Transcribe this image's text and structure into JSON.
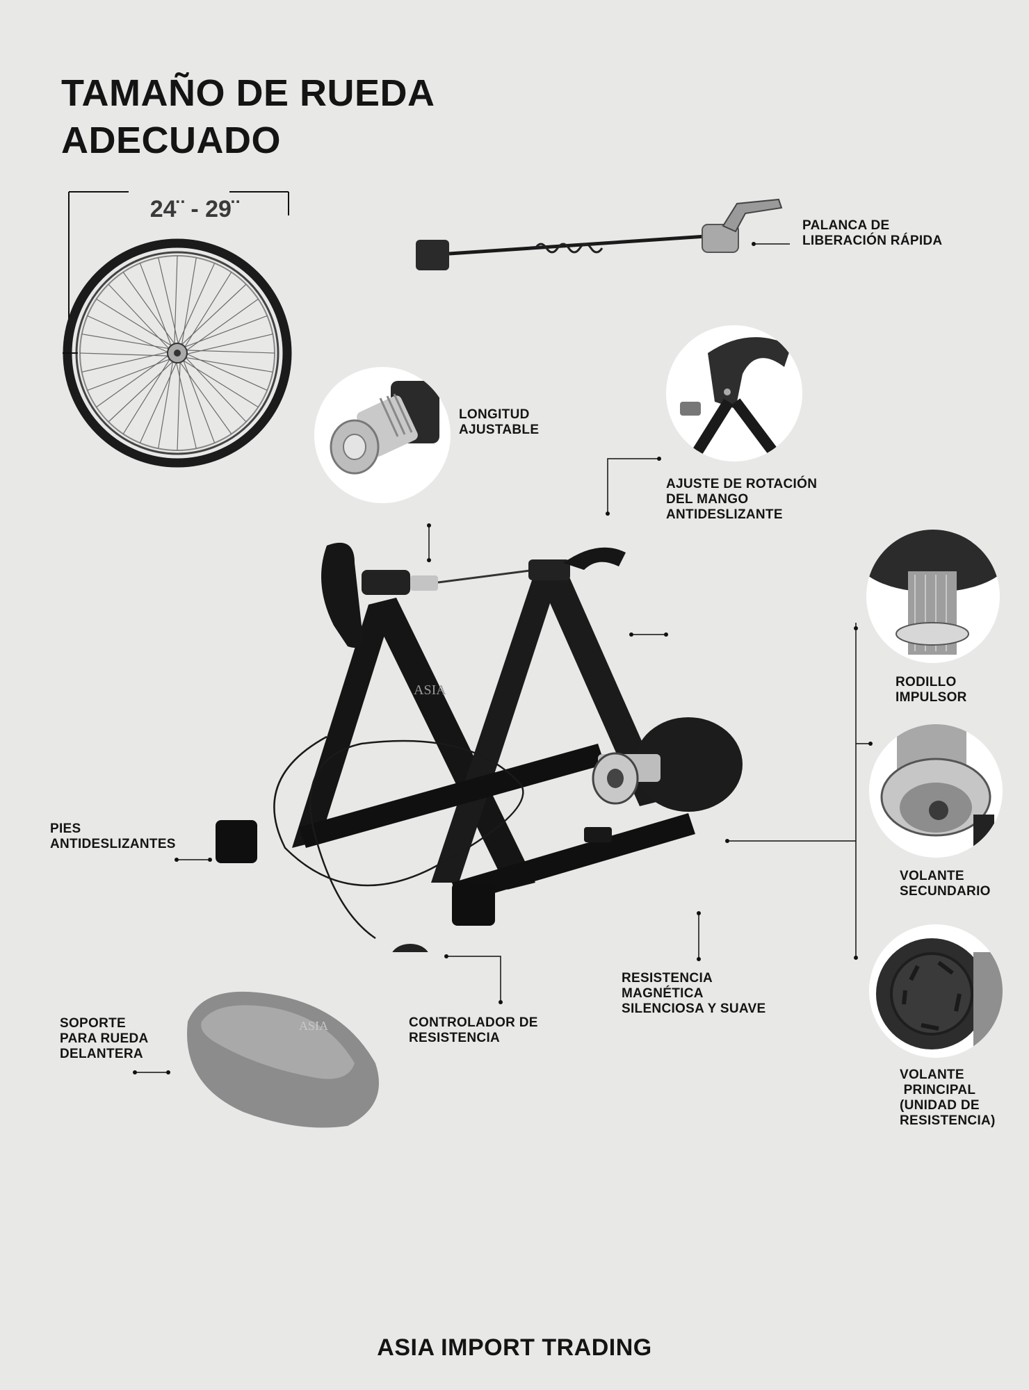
{
  "heading": {
    "line1": "TAMAÑO DE RUEDA",
    "line2": "ADECUADO"
  },
  "wheel_size": "24¨ - 29¨",
  "labels": {
    "quick_release": [
      "PALANCA DE",
      "LIBERACIÓN RÁPIDA"
    ],
    "adjustable_length": [
      "LONGITUD",
      "AJUSTABLE"
    ],
    "handle_rotation": [
      "AJUSTE DE ROTACIÓN",
      "DEL MANGO",
      "ANTIDESLIZANTE"
    ],
    "drive_roller": [
      "RODILLO",
      "IMPULSOR"
    ],
    "secondary_flywheel": [
      "VOLANTE",
      "SECUNDARIO"
    ],
    "main_flywheel": [
      "VOLANTE",
      " PRINCIPAL",
      "(UNIDAD DE",
      "RESISTENCIA)"
    ],
    "non_slip_feet": [
      "PIES",
      "ANTIDESLIZANTES"
    ],
    "magnetic_resistance": [
      "RESISTENCIA",
      "MAGNÉTICA",
      "SILENCIOSA Y SUAVE"
    ],
    "resistance_controller": [
      "CONTROLADOR DE",
      "RESISTENCIA"
    ],
    "front_wheel_support": [
      "SOPORTE",
      "PARA RUEDA",
      "DELANTERA"
    ]
  },
  "watermark": "ASIA",
  "footer": "ASIA IMPORT TRADING",
  "colors": {
    "background": "#e8e8e7",
    "frame": "#141414",
    "text": "#141414",
    "metal": "#b8b8b8"
  }
}
